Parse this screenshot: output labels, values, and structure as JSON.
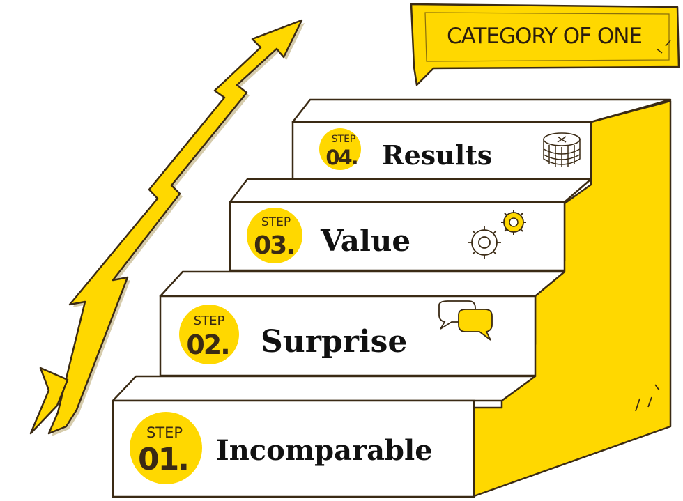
{
  "banner": {
    "label": "CATEGORY OF ONE"
  },
  "steps": [
    {
      "word": "STEP",
      "number": "01.",
      "title": "Incomparable",
      "icon": ""
    },
    {
      "word": "STEP",
      "number": "02.",
      "title": "Surprise",
      "icon": "speech-bubbles-icon"
    },
    {
      "word": "STEP",
      "number": "03.",
      "title": "Value",
      "icon": "gears-icon"
    },
    {
      "word": "STEP",
      "number": "04.",
      "title": "Results",
      "icon": "coin-stack-icon"
    }
  ],
  "colors": {
    "accent": "#FFD800",
    "outline": "#3a2a14",
    "text": "#111111",
    "background": "#ffffff"
  }
}
